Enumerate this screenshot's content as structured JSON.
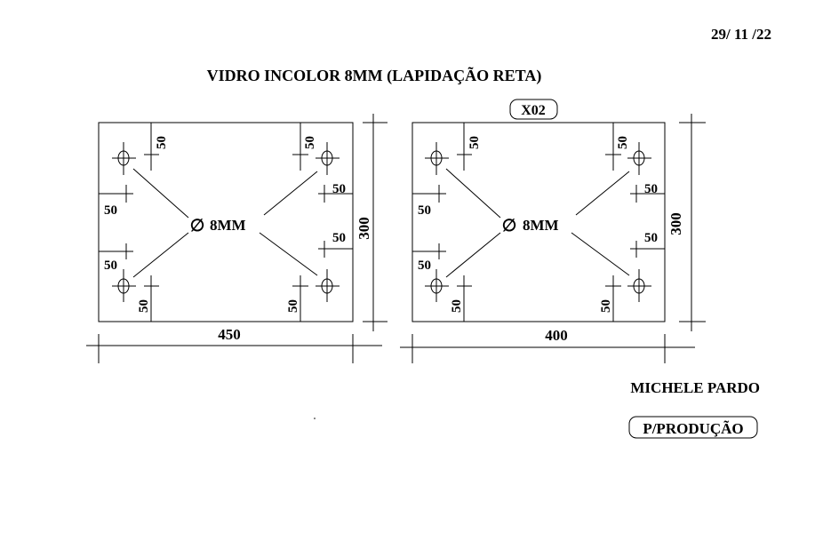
{
  "header": {
    "date": "29/ 11 /22",
    "title": "VIDRO INCOLOR 8MM (LAPIDAÇÃO RETA)"
  },
  "panels": [
    {
      "width_label": "450",
      "height_label": "300",
      "hole_label": "8MM",
      "hole_symbol": "∅",
      "offset_label": "50"
    },
    {
      "tag": "X02",
      "width_label": "400",
      "height_label": "300",
      "hole_label": "8MM",
      "hole_symbol": "∅",
      "offset_label": "50"
    }
  ],
  "footer": {
    "client": "MICHELE PARDO",
    "stamp": "P/PRODUÇÃO"
  }
}
